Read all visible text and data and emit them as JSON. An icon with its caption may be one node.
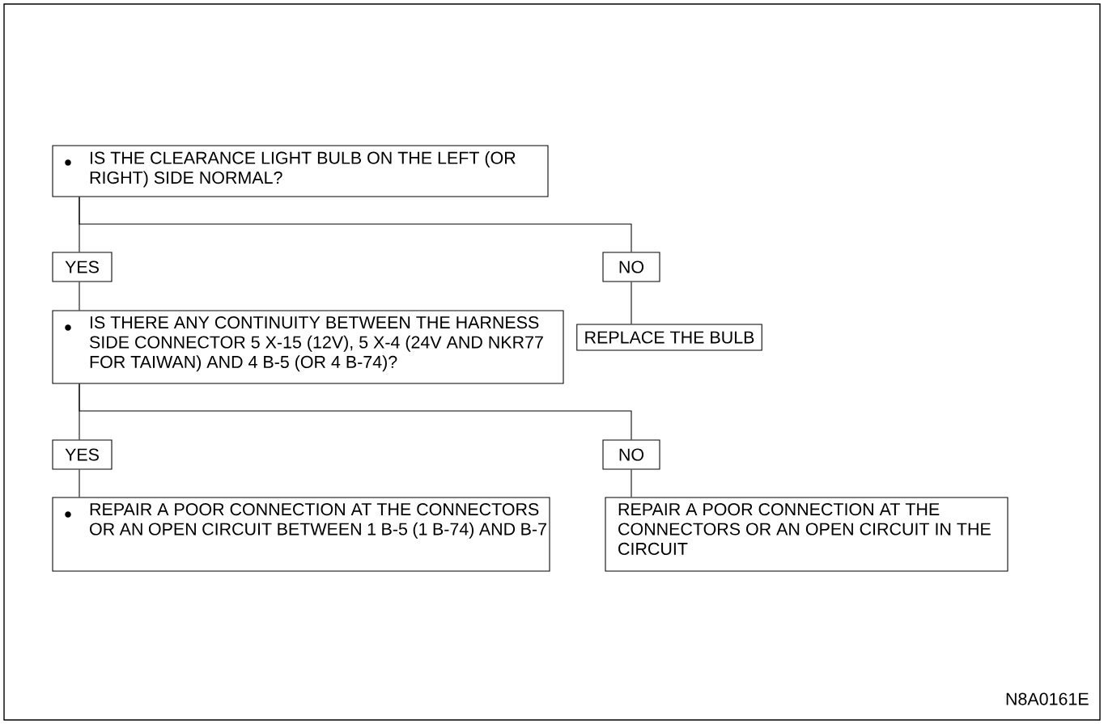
{
  "diagram": {
    "nodes": [
      {
        "text": [
          "IS THE CLEARANCE LIGHT BULB ON THE LEFT (OR RIGHT) SIDE NORMAL?"
        ]
      },
      {
        "text": [
          "YES"
        ]
      },
      {
        "text": [
          "NO"
        ]
      },
      {
        "text": [
          "IS THERE ANY CONTINUITY BETWEEN THE HARNESS SIDE CONNECTOR 5 X-15 (12V), 5 X-4 (24V AND NKR77 FOR TAIWAN) AND 4 B-5 (OR 4 B-74)?"
        ]
      },
      {
        "text": [
          "REPLACE THE BULB"
        ]
      },
      {
        "text": [
          "YES"
        ]
      },
      {
        "text": [
          "NO"
        ]
      },
      {
        "text": [
          "REPAIR A POOR CONNECTION AT THE CONNECTORS OR AN OPEN CIRCUIT BETWEEN 1 B-5 (1 B-74) AND B-7"
        ]
      },
      {
        "text": [
          "REPAIR A POOR CONNECTION AT THE CONNECTORS OR AN OPEN CIRCUIT IN THE CIRCUIT"
        ]
      }
    ],
    "edges": [
      {
        "from": 0,
        "to": 1,
        "arrow": "none"
      },
      {
        "from": 0,
        "to": 2,
        "arrow": "none"
      },
      {
        "from": 1,
        "to": 3,
        "arrow": "none"
      },
      {
        "from": 2,
        "to": 4,
        "arrow": "none"
      },
      {
        "from": 3,
        "to": 5,
        "arrow": "none"
      },
      {
        "from": 3,
        "to": 6,
        "arrow": "none"
      },
      {
        "from": 5,
        "to": 7,
        "arrow": "none"
      },
      {
        "from": 6,
        "to": 8,
        "arrow": "none"
      }
    ],
    "labels": [
      "N8A0161E"
    ]
  }
}
